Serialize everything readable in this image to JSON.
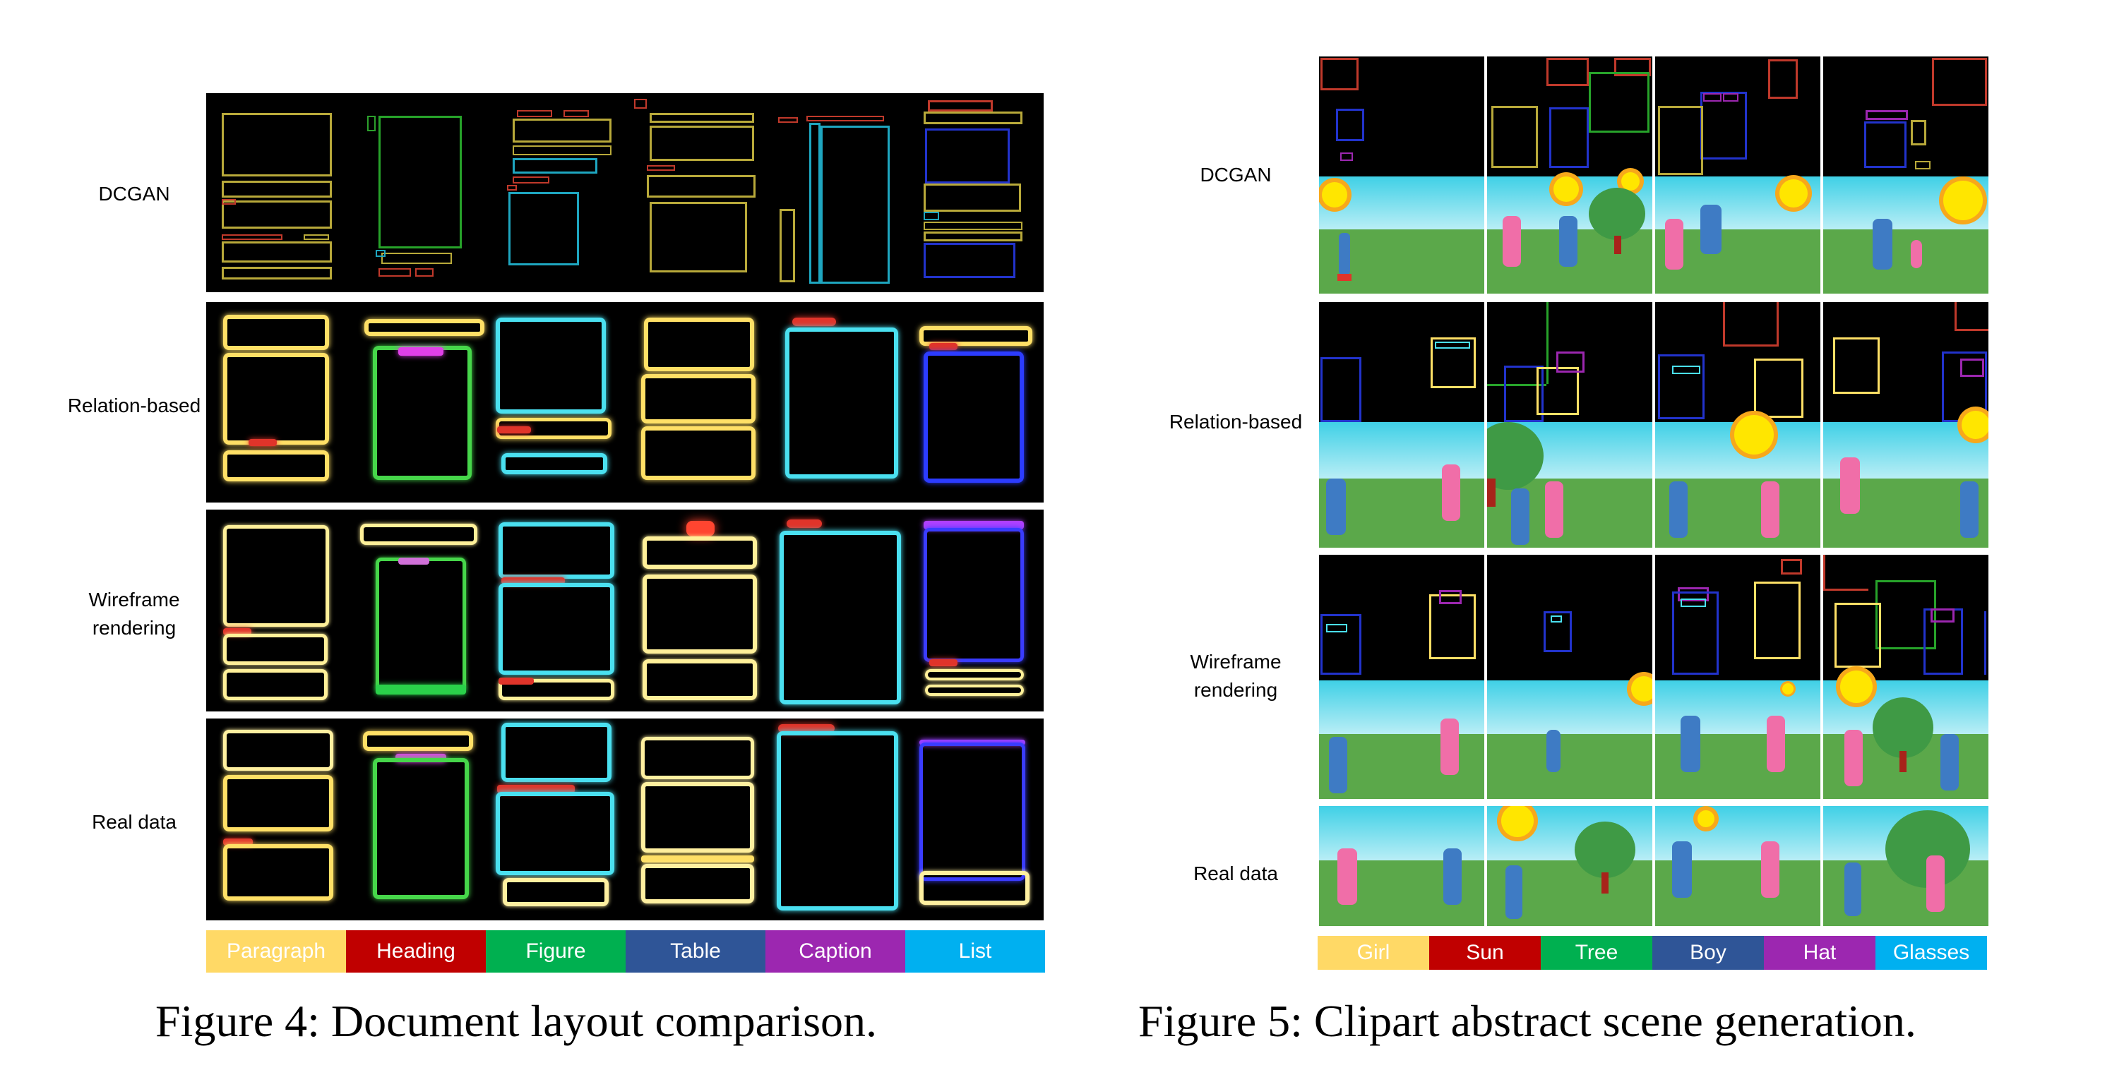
{
  "fig4": {
    "rows": [
      "DCGAN",
      "Relation-based",
      "Wireframe\nrendering",
      "Real data"
    ],
    "legend": [
      {
        "label": "Paragraph",
        "color": "#ffd966"
      },
      {
        "label": "Heading",
        "color": "#c00000"
      },
      {
        "label": "Figure",
        "color": "#00b050"
      },
      {
        "label": "Table",
        "color": "#2f5597"
      },
      {
        "label": "Caption",
        "color": "#9c27b0"
      },
      {
        "label": "List",
        "color": "#00b0f0"
      }
    ],
    "caption": "Figure 4: Document layout comparison."
  },
  "fig5": {
    "rows": [
      "DCGAN",
      "Relation-based",
      "Wireframe\nrendering",
      "Real data"
    ],
    "legend": [
      {
        "label": "Girl",
        "color": "#ffd966"
      },
      {
        "label": "Sun",
        "color": "#c00000"
      },
      {
        "label": "Tree",
        "color": "#00b050"
      },
      {
        "label": "Boy",
        "color": "#2f5597"
      },
      {
        "label": "Hat",
        "color": "#9c27b0"
      },
      {
        "label": "Glasses",
        "color": "#00b0f0"
      }
    ],
    "caption": "Figure 5: Clipart abstract scene generation."
  }
}
